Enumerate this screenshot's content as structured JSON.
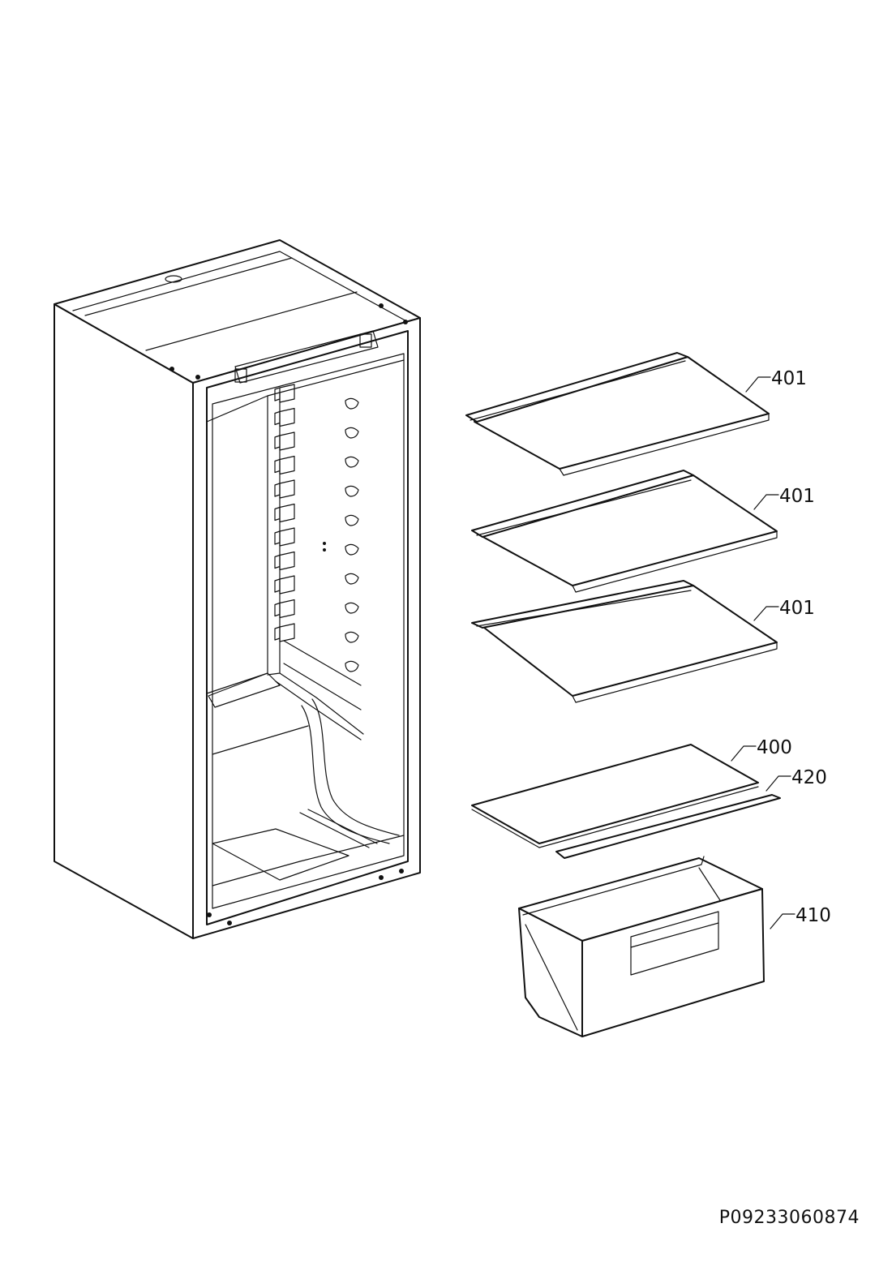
{
  "callouts": [
    {
      "id": "shelf-1",
      "label": "401"
    },
    {
      "id": "shelf-2",
      "label": "401"
    },
    {
      "id": "shelf-3",
      "label": "401"
    },
    {
      "id": "glass-plate",
      "label": "400"
    },
    {
      "id": "plate-trim",
      "label": "420"
    },
    {
      "id": "crisper-drawer",
      "label": "410"
    }
  ],
  "document_code": "P09233060874"
}
